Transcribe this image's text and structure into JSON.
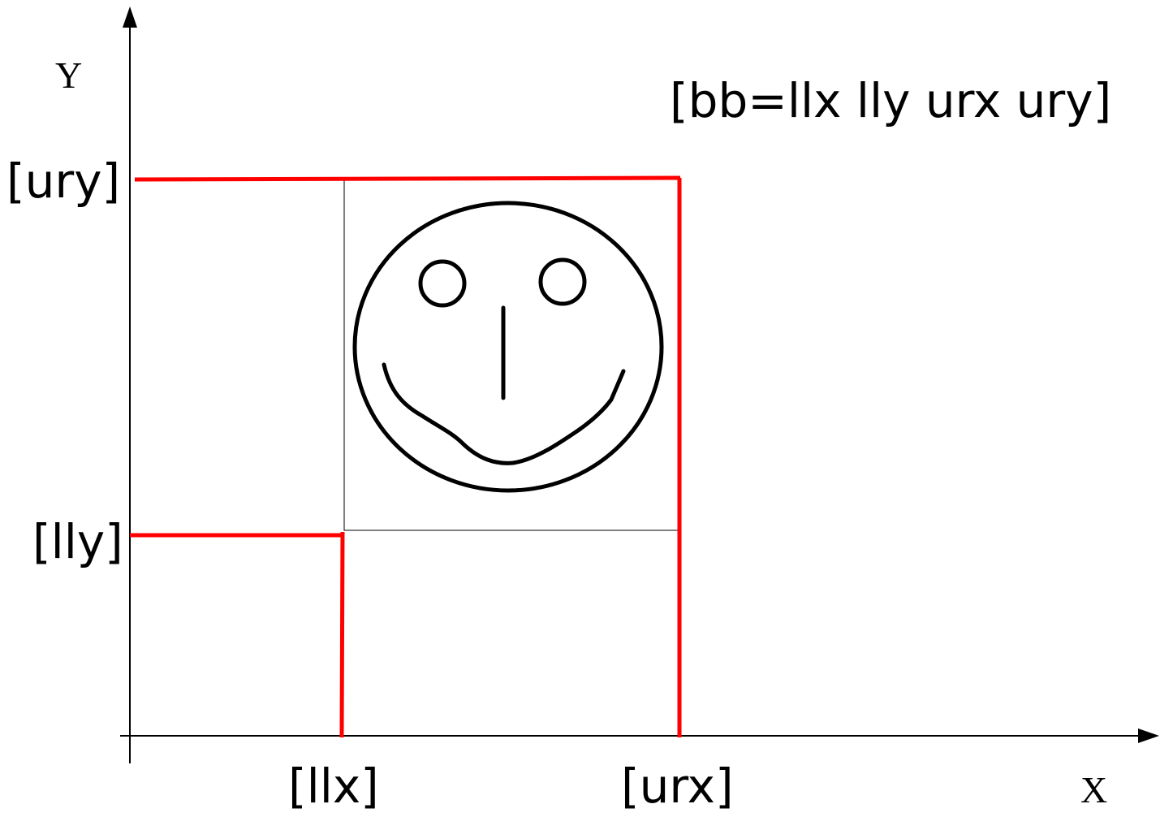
{
  "axes": {
    "x_label": "X",
    "y_label": "Y"
  },
  "labels": {
    "formula": "[bb=llx lly urx  ury]",
    "ury": "[ury]",
    "lly": "[lly]",
    "llx": "[llx]",
    "urx": "[urx]"
  },
  "colors": {
    "bounding_lines": "#ff0000",
    "axes": "#000000",
    "drawing": "#000000"
  }
}
